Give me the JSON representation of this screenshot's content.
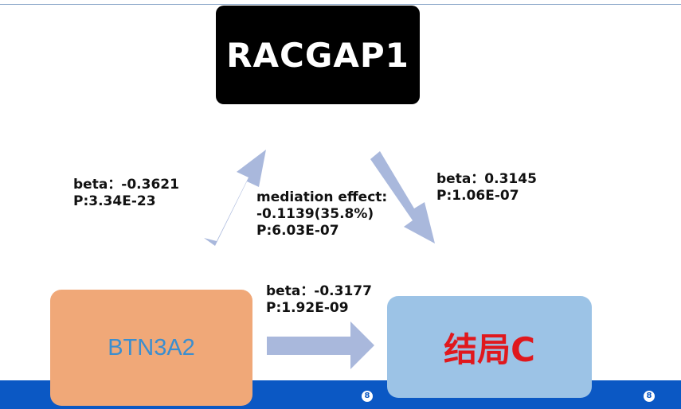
{
  "nodes": {
    "mediator": "RACGAP1",
    "exposure": "BTN3A2",
    "outcome": "结局C"
  },
  "labels": {
    "exposure_mediator": {
      "beta": "beta：-0.3621",
      "p": "P:3.34E-23"
    },
    "mediation": {
      "title": "mediation effect:",
      "value": "-0.1139(35.8%)",
      "p": "P:6.03E-07"
    },
    "mediator_outcome": {
      "beta": "beta：0.3145",
      "p": "P:1.06E-07"
    },
    "direct": {
      "beta": "beta：-0.3177",
      "p": "P:1.92E-09"
    }
  },
  "footer": {
    "badge_left": "8",
    "badge_right": "8"
  },
  "colors": {
    "arrow": "#a9b8dc",
    "mediator_fill": "#000000",
    "exposure_fill": "#f0a878",
    "exposure_text": "#3b8ecf",
    "outcome_fill": "#9cc3e6",
    "outcome_text": "#e0181d",
    "footer_bar": "#0b58c4"
  }
}
